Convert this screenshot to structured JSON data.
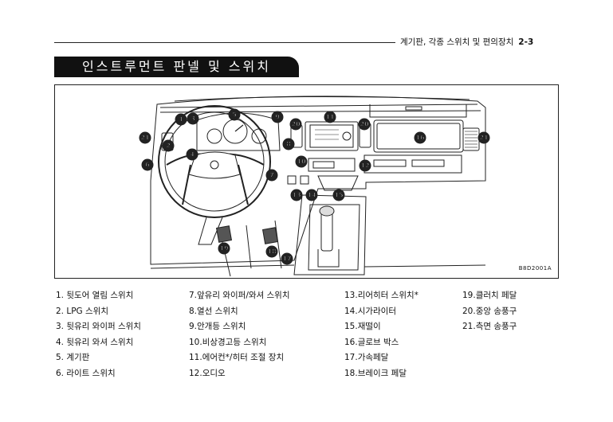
{
  "header": {
    "section": "계기판, 각종 스위치 및 편의장치",
    "page_number": "2-3"
  },
  "title": "인스트루먼트 판넬 및 스위치",
  "figure": {
    "code": "B8D2001A",
    "callouts": [
      "1",
      "2",
      "3",
      "4",
      "5",
      "6",
      "7",
      "8",
      "9",
      "10",
      "11",
      "12",
      "13",
      "14",
      "15",
      "16",
      "17",
      "18",
      "19",
      "20",
      "21"
    ]
  },
  "legend": {
    "col1": [
      "1. 뒷도어 열림 스위치",
      "2. LPG 스위치",
      "3. 뒷유리 와이퍼 스위치",
      "4. 뒷유리 와셔 스위치",
      "5. 계기판",
      "6. 라이트 스위치"
    ],
    "col2": [
      "7.앞유리 와이퍼/와셔 스위치",
      "8.열선 스위치",
      "9.안개등 스위치",
      "10.비상경고등 스위치",
      "11.에어컨*/히터 조절 장치",
      "12.오디오"
    ],
    "col3": [
      "13.리어히터 스위치*",
      "14.시가라이터",
      "15.재떨이",
      "16.글로브 박스",
      "17.가속페달",
      "18.브레이크 페달"
    ],
    "col4": [
      "19.클러치 페달",
      "20.중앙 송풍구",
      "21.측면 송풍구"
    ]
  }
}
